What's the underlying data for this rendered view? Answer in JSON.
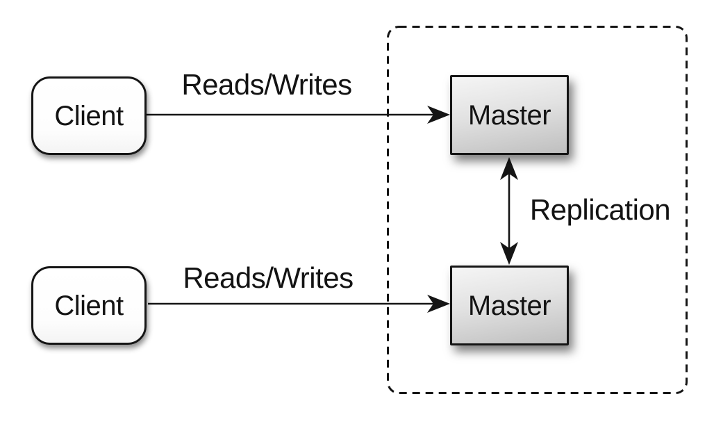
{
  "diagram": {
    "type": "architecture-diagram",
    "description": "Two clients performing reads and writes against two replicated master database nodes",
    "nodes": {
      "client1": {
        "label": "Client",
        "shape": "rounded-rect",
        "fill": "#ffffff"
      },
      "client2": {
        "label": "Client",
        "shape": "rounded-rect",
        "fill": "#ffffff"
      },
      "master1": {
        "label": "Master",
        "shape": "rect",
        "fill_top": "#f5f5f5",
        "fill_bottom": "#bfbfbf"
      },
      "master2": {
        "label": "Master",
        "shape": "rect",
        "fill_top": "#f5f5f5",
        "fill_bottom": "#bfbfbf"
      }
    },
    "edges": {
      "client1_to_master1": {
        "label": "Reads/Writes",
        "direction": "one-way"
      },
      "client2_to_master2": {
        "label": "Reads/Writes",
        "direction": "one-way"
      },
      "master1_to_master2": {
        "label": "Replication",
        "direction": "two-way"
      }
    },
    "group": {
      "style": "dashed-rounded-border",
      "contains": [
        "master1",
        "master2"
      ]
    },
    "colors": {
      "background": "#ffffff",
      "stroke": "#151515",
      "text": "#131313"
    }
  }
}
